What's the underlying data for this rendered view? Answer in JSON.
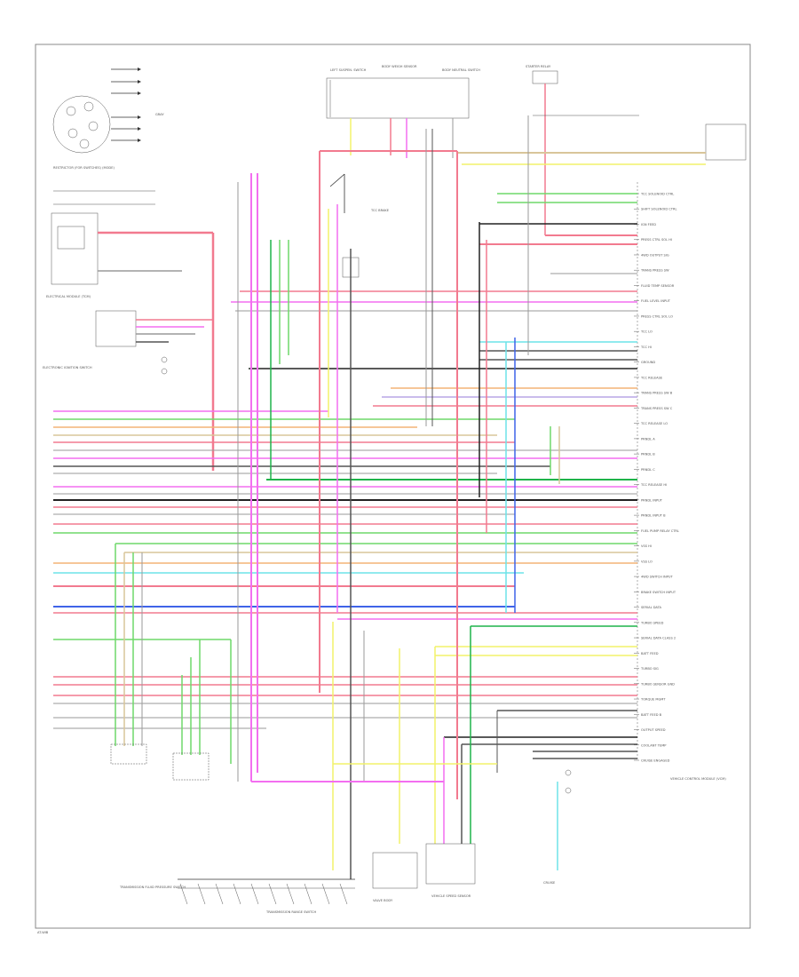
{
  "footer_code": "AT-WIB",
  "colors": {
    "pink": "#f36ef0",
    "red": "#f27a8f",
    "green": "#6fd96a",
    "dkgreen": "#1fb34a",
    "yellow": "#f2f26a",
    "orange": "#f3b376",
    "tan": "#d9c59a",
    "cyan": "#6de3e8",
    "blue": "#3f63e8",
    "gray": "#9a9a9a",
    "dkgray": "#555555",
    "black": "#222222",
    "lavender": "#b9a6e6"
  },
  "top_components": [
    {
      "label": "LEFT SUSPEN. SWITCH"
    },
    {
      "label": "BODY WEIGH SENSOR"
    },
    {
      "label": "BODY NEUTRAL SWITCH"
    },
    {
      "label": "STARTER RELAY"
    }
  ],
  "left_components": [
    {
      "label": "RESTRICTOR (FOR SWITCHES) (MODE)"
    },
    {
      "label": "ELECTRICAL MODULE (TCM)"
    },
    {
      "label": "ELECTRONIC IGNITION SWITCH"
    }
  ],
  "bottom_components": [
    {
      "label": "TRANSMISSION FLUID PRESSURE SWITCH"
    },
    {
      "label": "TRANSMISSION RANGE SWITCH"
    },
    {
      "label": "VALVE BODY"
    },
    {
      "label": "VEHICLE SPEED SENSOR"
    }
  ],
  "right_module": {
    "label": "VEHICLE CONTROL MODULE (VCM)",
    "pins": [
      "TCC SOLENOID CTRL",
      "SHIFT SOLENOID CTRL",
      "IGN FEED",
      "PRESS CTRL SOL HI",
      "4WD OUTPUT SIG",
      "TRANS PRESS SW",
      "FLUID TEMP SENSOR",
      "FUEL LEVEL INPUT",
      "PRESS CTRL SOL LO",
      "TCC LO",
      "TCC HI",
      "GROUND",
      "TCC RELEASE",
      "TRANS PRESS SW B",
      "TRANS PRESS SW C",
      "TCC RELEASE LO",
      "PRNDL A",
      "PRNDL B",
      "PRNDL C",
      "TCC RELEASE HI",
      "PRNDL INPUT",
      "PRNDL INPUT B",
      "FUEL PUMP RELAY CTRL",
      "VSS HI",
      "VSS LO",
      "4WD SWITCH INPUT",
      "BRAKE SWITCH INPUT",
      "SERIAL DATA",
      "TURBO SPEED",
      "SERIAL DATA CLASS 2",
      "BATT FEED",
      "TURBO SIG",
      "TURBO SENSOR GND",
      "TORQUE MGMT",
      "BATT FEED B",
      "OUTPUT SPEED",
      "COOLANT TEMP",
      "CRUISE ENGAGED"
    ]
  }
}
